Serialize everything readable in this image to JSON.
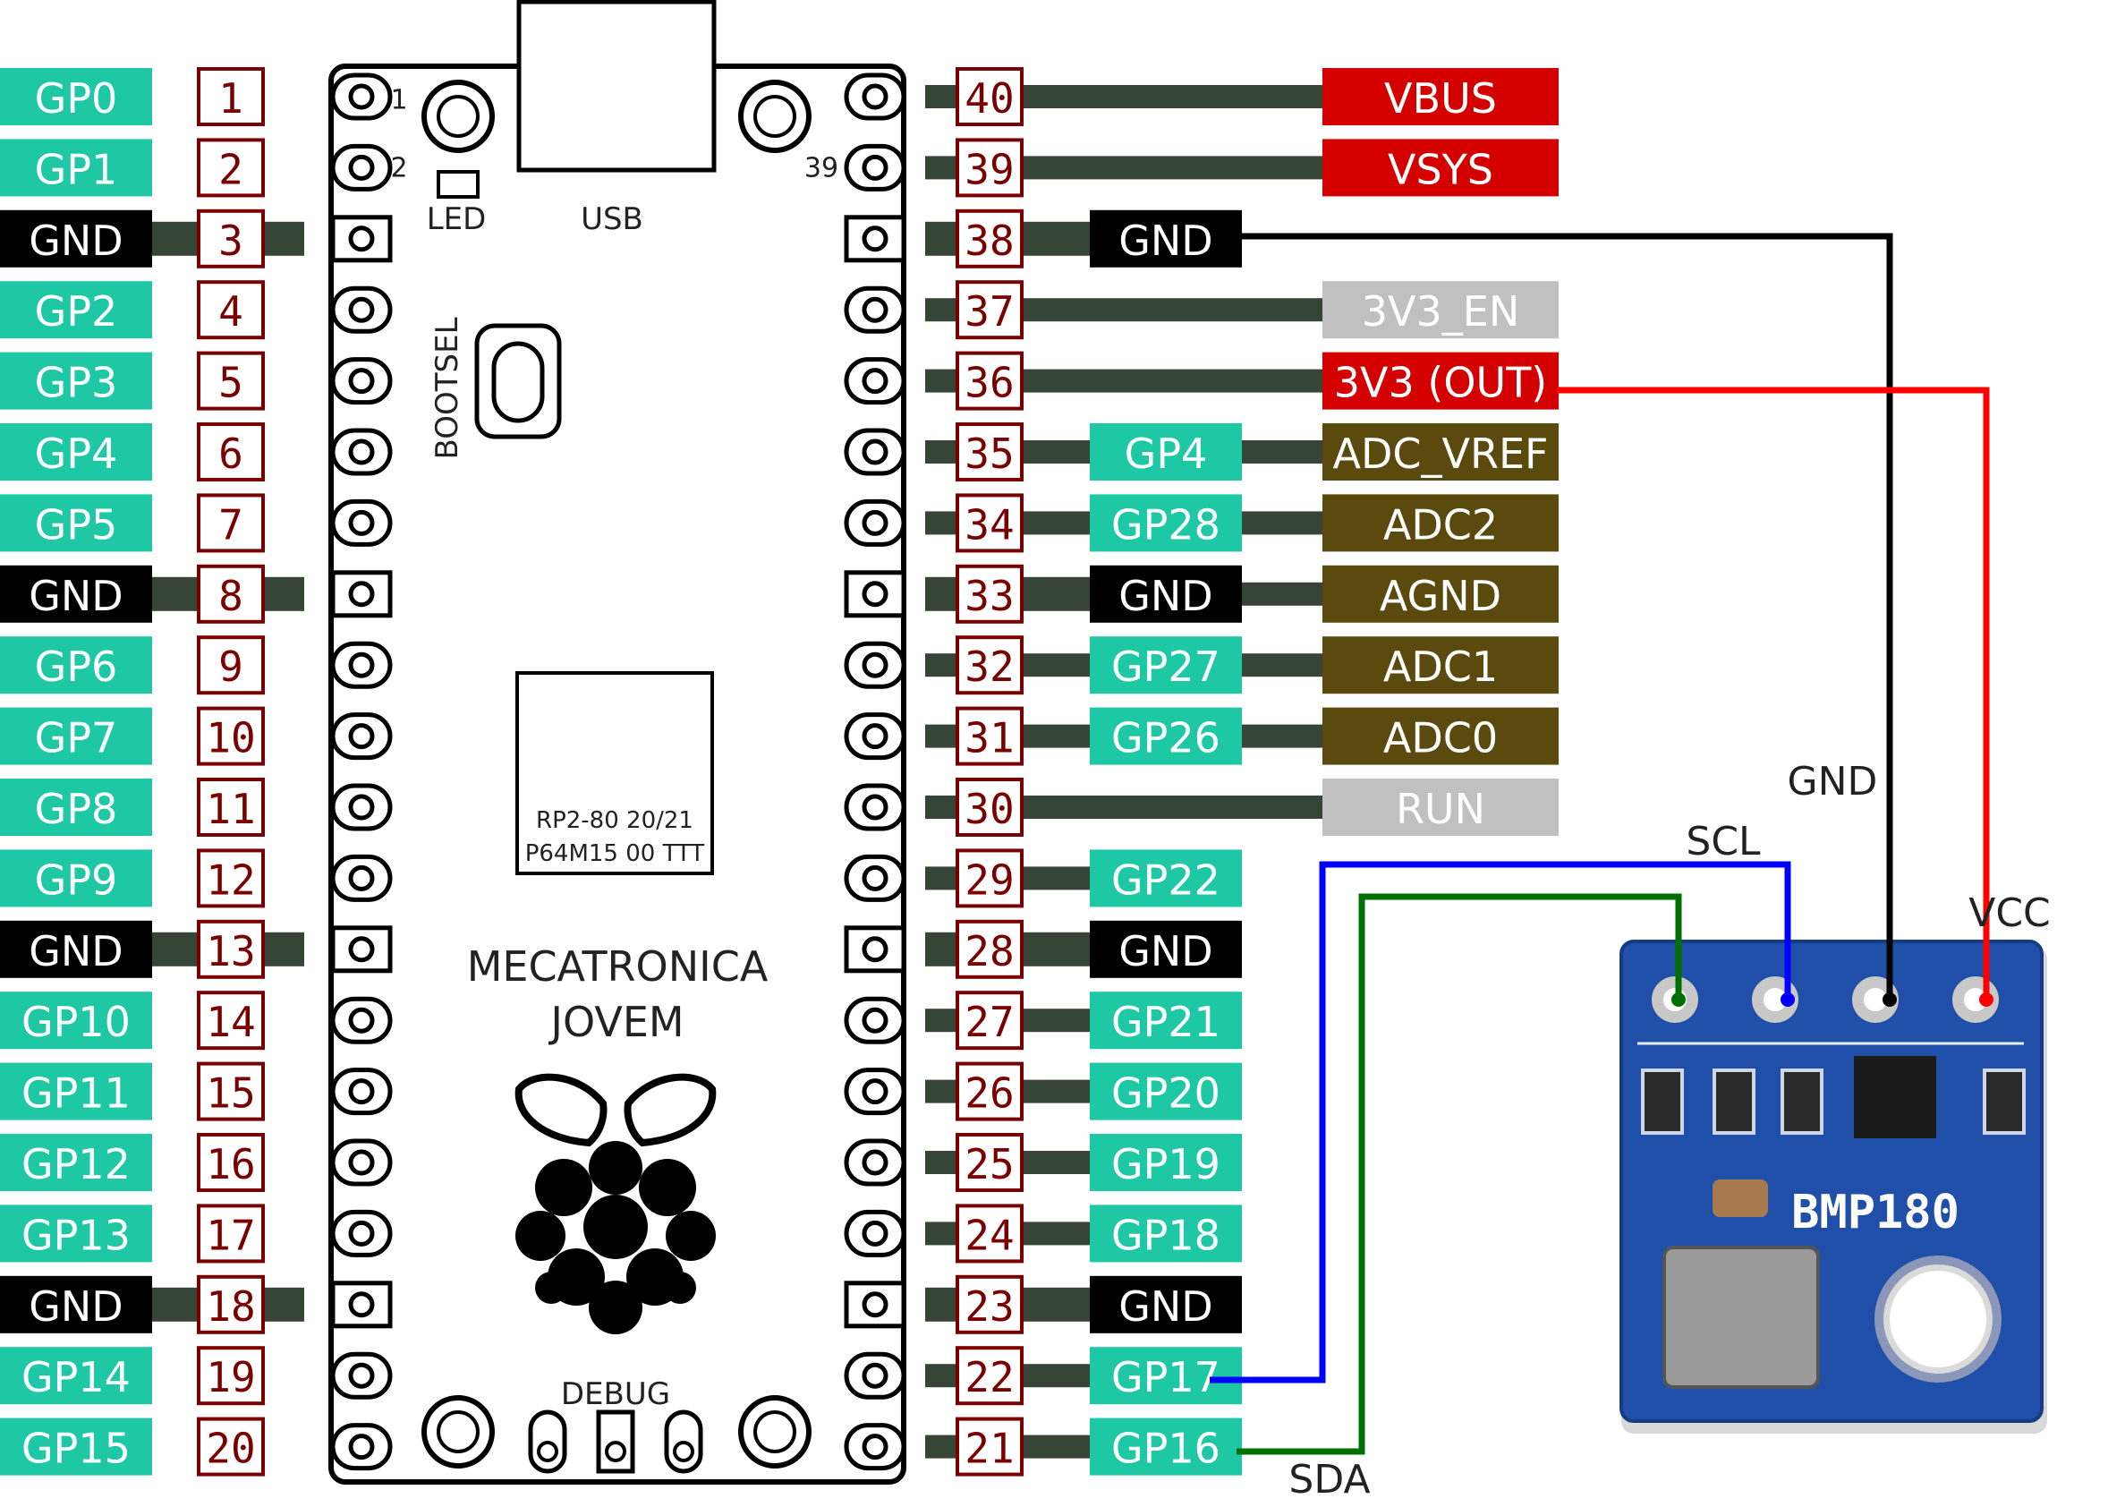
{
  "board": {
    "usb_label": "USB",
    "led_label": "LED",
    "bootsel_label": "BOOTSEL",
    "debug_label": "DEBUG",
    "pin1_marker": "1",
    "pin2_marker": "2",
    "pin39_marker": "39",
    "chip_line1": "RP2-80  20/21",
    "chip_line2": "P64M15 00 TTT",
    "brand_line1": "MECATRONICA",
    "brand_line2": "JOVEM"
  },
  "left_pins": [
    {
      "num": "1",
      "name": "GP0",
      "type": "gpio"
    },
    {
      "num": "2",
      "name": "GP1",
      "type": "gpio"
    },
    {
      "num": "3",
      "name": "GND",
      "type": "gnd"
    },
    {
      "num": "4",
      "name": "GP2",
      "type": "gpio"
    },
    {
      "num": "5",
      "name": "GP3",
      "type": "gpio"
    },
    {
      "num": "6",
      "name": "GP4",
      "type": "gpio"
    },
    {
      "num": "7",
      "name": "GP5",
      "type": "gpio"
    },
    {
      "num": "8",
      "name": "GND",
      "type": "gnd"
    },
    {
      "num": "9",
      "name": "GP6",
      "type": "gpio"
    },
    {
      "num": "10",
      "name": "GP7",
      "type": "gpio"
    },
    {
      "num": "11",
      "name": "GP8",
      "type": "gpio"
    },
    {
      "num": "12",
      "name": "GP9",
      "type": "gpio"
    },
    {
      "num": "13",
      "name": "GND",
      "type": "gnd"
    },
    {
      "num": "14",
      "name": "GP10",
      "type": "gpio"
    },
    {
      "num": "15",
      "name": "GP11",
      "type": "gpio"
    },
    {
      "num": "16",
      "name": "GP12",
      "type": "gpio"
    },
    {
      "num": "17",
      "name": "GP13",
      "type": "gpio"
    },
    {
      "num": "18",
      "name": "GND",
      "type": "gnd"
    },
    {
      "num": "19",
      "name": "GP14",
      "type": "gpio"
    },
    {
      "num": "20",
      "name": "GP15",
      "type": "gpio"
    }
  ],
  "right_pins": [
    {
      "num": "40",
      "mid": null,
      "far": "VBUS",
      "far_type": "power"
    },
    {
      "num": "39",
      "mid": null,
      "far": "VSYS",
      "far_type": "power"
    },
    {
      "num": "38",
      "mid": "GND",
      "mid_type": "gnd",
      "far": null
    },
    {
      "num": "37",
      "mid": null,
      "far": "3V3_EN",
      "far_type": "ctrl"
    },
    {
      "num": "36",
      "mid": null,
      "far": "3V3 (OUT)",
      "far_type": "power"
    },
    {
      "num": "35",
      "mid": "GP4",
      "mid_type": "gpio",
      "far": "ADC_VREF",
      "far_type": "adc"
    },
    {
      "num": "34",
      "mid": "GP28",
      "mid_type": "gpio",
      "far": "ADC2",
      "far_type": "adc"
    },
    {
      "num": "33",
      "mid": "GND",
      "mid_type": "gnd",
      "far": "AGND",
      "far_type": "adc"
    },
    {
      "num": "32",
      "mid": "GP27",
      "mid_type": "gpio",
      "far": "ADC1",
      "far_type": "adc"
    },
    {
      "num": "31",
      "mid": "GP26",
      "mid_type": "gpio",
      "far": "ADC0",
      "far_type": "adc"
    },
    {
      "num": "30",
      "mid": null,
      "far": "RUN",
      "far_type": "ctrl"
    },
    {
      "num": "29",
      "mid": "GP22",
      "mid_type": "gpio",
      "far": null
    },
    {
      "num": "28",
      "mid": "GND",
      "mid_type": "gnd",
      "far": null
    },
    {
      "num": "27",
      "mid": "GP21",
      "mid_type": "gpio",
      "far": null
    },
    {
      "num": "26",
      "mid": "GP20",
      "mid_type": "gpio",
      "far": null
    },
    {
      "num": "25",
      "mid": "GP19",
      "mid_type": "gpio",
      "far": null
    },
    {
      "num": "24",
      "mid": "GP18",
      "mid_type": "gpio",
      "far": null
    },
    {
      "num": "23",
      "mid": "GND",
      "mid_type": "gnd",
      "far": null
    },
    {
      "num": "22",
      "mid": "GP17",
      "mid_type": "gpio",
      "far": null
    },
    {
      "num": "21",
      "mid": "GP16",
      "mid_type": "gpio",
      "far": null
    }
  ],
  "sensor": {
    "name": "BMP180",
    "wires": {
      "gnd": "GND",
      "scl": "SCL",
      "sda": "SDA",
      "vcc": "VCC"
    }
  },
  "colors": {
    "gpio": "#1ec8a5",
    "gnd": "#000000",
    "power": "#d40000",
    "ctrl": "#c0c0c0",
    "adc": "#5b4a0e",
    "pin_num": "#7a0000",
    "trace": "#364536",
    "wire_gnd": "#000000",
    "wire_vcc": "#ff0000",
    "wire_scl": "#0000ff",
    "wire_sda": "#007000",
    "sensor_pcb": "#1f4fa8"
  }
}
